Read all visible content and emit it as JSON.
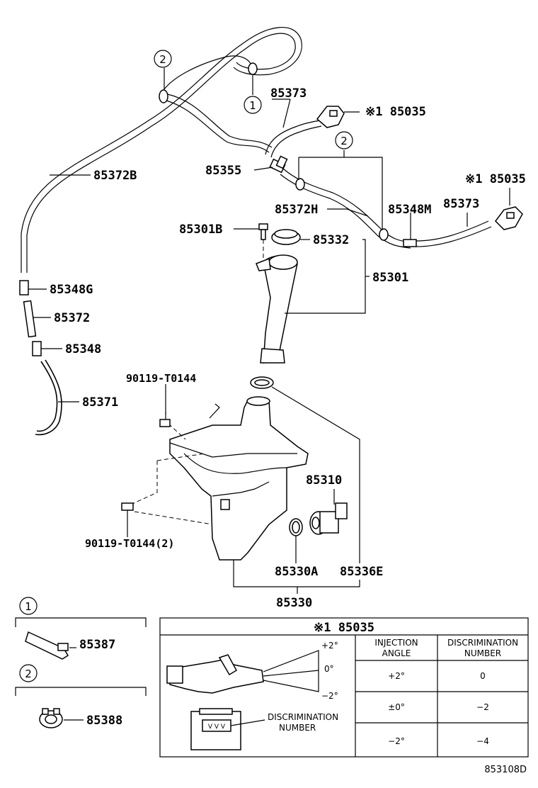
{
  "diagram_code": "853108D",
  "callouts": {
    "ref1": "1",
    "ref2": "2"
  },
  "parts": {
    "p85373_top": "85373",
    "p85035_top": "※1 85035",
    "p85372B": "85372B",
    "p85355": "85355",
    "p85035_right": "※1 85035",
    "p85372H": "85372H",
    "p85348M": "85348M",
    "p85373_right": "85373",
    "p85301B": "85301B",
    "p85332": "85332",
    "p85301": "85301",
    "p85348G": "85348G",
    "p85372": "85372",
    "p85348": "85348",
    "p85371": "85371",
    "p90119_top": "90119-T0144",
    "p85310": "85310",
    "p90119_bottom": "90119-T0144(2)",
    "p85330A": "85330A",
    "p85336E": "85336E",
    "p85330": "85330",
    "p85387": "85387",
    "p85388": "85388"
  },
  "detail_table": {
    "title": "※1 85035",
    "col_injection": "INJECTION ANGLE",
    "col_discrimination": "DISCRIMINATION NUMBER",
    "rows": [
      {
        "angle": "+2°",
        "number": "0"
      },
      {
        "angle": "±0°",
        "number": "−2"
      },
      {
        "angle": "−2°",
        "number": "−4"
      }
    ],
    "angle_top": "+2°",
    "angle_mid": "0°",
    "angle_bottom": "−2°",
    "discrimination_label": "DISCRIMINATION NUMBER"
  }
}
